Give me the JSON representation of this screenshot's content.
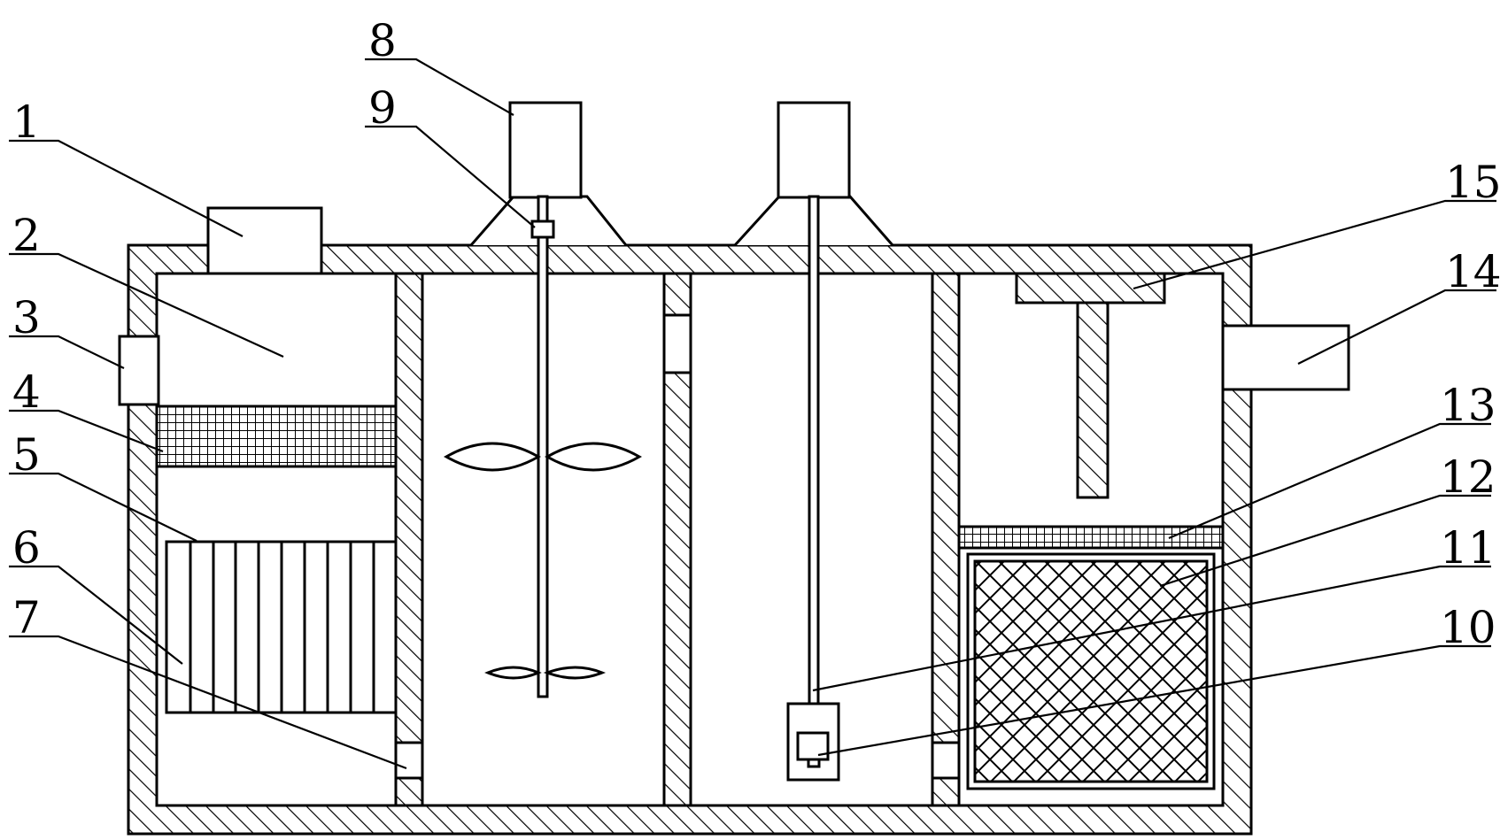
{
  "figure": {
    "labels": [
      "1",
      "2",
      "3",
      "4",
      "5",
      "6",
      "7",
      "8",
      "9",
      "10",
      "11",
      "12",
      "13",
      "14",
      "15"
    ],
    "colors": {
      "ink": "#000000",
      "paper": "#ffffff"
    }
  }
}
